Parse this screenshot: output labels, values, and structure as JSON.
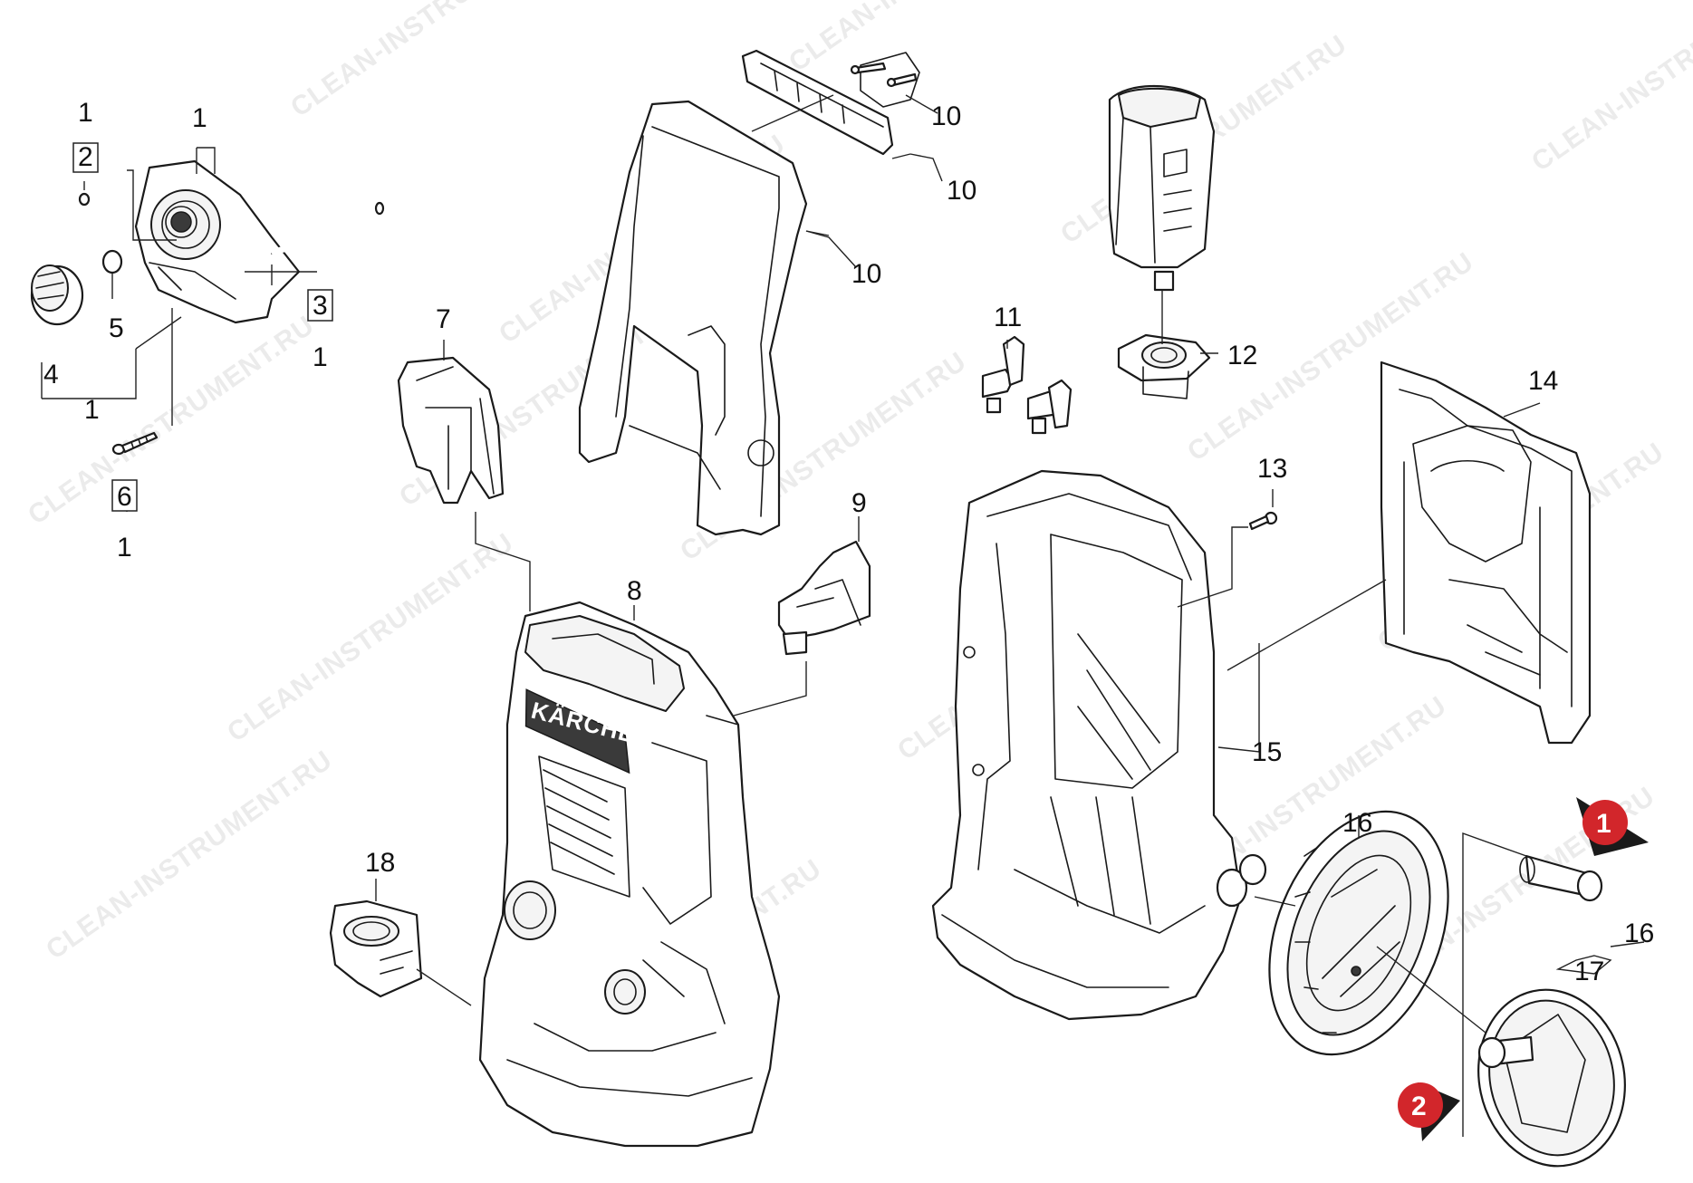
{
  "watermark": "CLEAN-INSTRUMENT.RU",
  "brand": "KÄRCHER",
  "callouts": {
    "c1a": "1",
    "c2": "2",
    "c1b": "1",
    "c3": "3",
    "c1c": "1",
    "c4": "4",
    "c5": "5",
    "c1d": "1",
    "c6": "6",
    "c1e": "1",
    "c7": "7",
    "c8": "8",
    "c9": "9",
    "c10a": "10",
    "c10b": "10",
    "c10c": "10",
    "c11": "11",
    "c12": "12",
    "c13": "13",
    "c14": "14",
    "c15": "15",
    "c16a": "16",
    "c16b": "16",
    "c17": "17",
    "c18": "18"
  },
  "markers": {
    "m1": "1",
    "m2": "2"
  },
  "colors": {
    "marker": "#d2262b",
    "line": "#1a1a1a",
    "watermark": "#c8c8c8"
  }
}
